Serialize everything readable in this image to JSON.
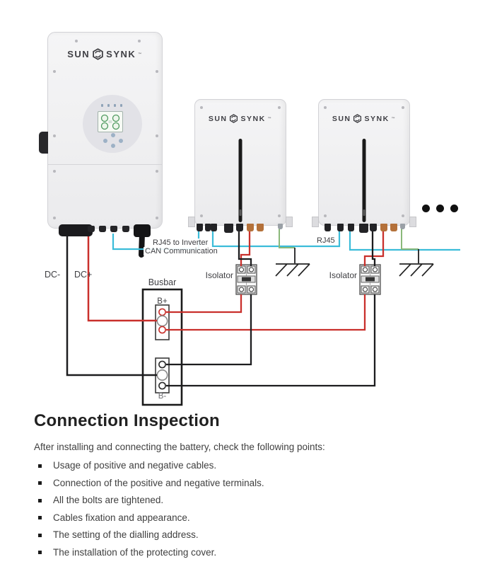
{
  "colors": {
    "wire_red": "#c9302c",
    "wire_black": "#1d1d1f",
    "wire_cyan": "#3bbcd9",
    "wire_green": "#8ab87a",
    "terminal_orange": "#b4713a"
  },
  "brand": {
    "word1": "SUN",
    "word2": "SYNK",
    "tm": "™"
  },
  "diagram": {
    "labels": {
      "rj45_to_inverter": "RJ45 to Inverter",
      "can_communication": "CAN Communication",
      "rj45": "RJ45",
      "dc_minus": "DC-",
      "dc_plus": "DC+",
      "busbar": "Busbar",
      "b_plus": "B+",
      "b_minus": "B-",
      "isolator_1": "Isolator",
      "isolator_2": "Isolator"
    },
    "more_batteries_dots": 3,
    "icons": {
      "logo_hexagon": "hexagon-sync-arrows",
      "ground": "earth-ground-symbol",
      "ellipsis": "more-batteries"
    }
  },
  "inspection": {
    "title": "Connection Inspection",
    "intro": "After installing and connecting the battery, check the following points:",
    "items": [
      "Usage of positive and negative cables.",
      "Connection of the positive and negative terminals.",
      "All the bolts are tightened.",
      "Cables fixation and appearance.",
      "The setting of the dialling address.",
      "The installation of the protecting cover."
    ]
  }
}
